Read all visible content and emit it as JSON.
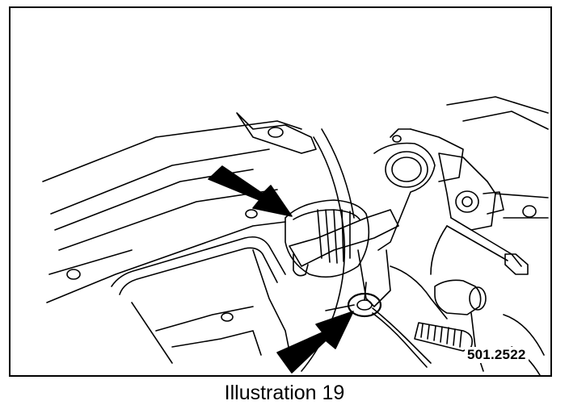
{
  "figure": {
    "reference_number": "501.2522",
    "caption": "Illustration 19"
  },
  "colors": {
    "ink": "#000000",
    "paper": "#ffffff"
  },
  "callouts": [
    {
      "name": "upper-arrow",
      "target": "hose-clamp"
    },
    {
      "name": "lower-arrow",
      "target": "grommet"
    }
  ]
}
